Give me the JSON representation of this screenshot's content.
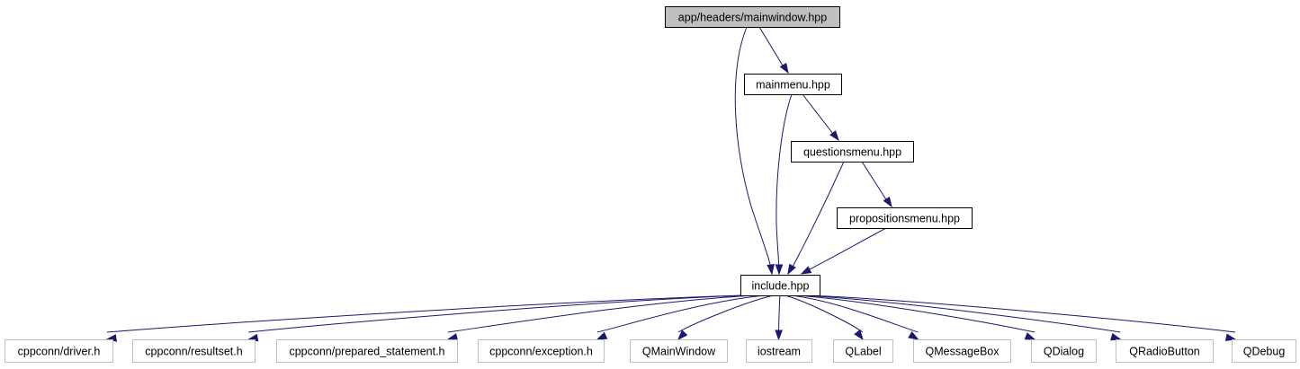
{
  "graph": {
    "root": "app/headers/mainwindow.hpp",
    "edge_color": "#191970",
    "root_fill": "#bfbfbf",
    "external_border": "#bfbfbf",
    "nodes": [
      {
        "id": "mainwindow",
        "label": "app/headers/mainwindow.hpp",
        "kind": "root"
      },
      {
        "id": "mainmenu",
        "label": "mainmenu.hpp",
        "kind": "internal"
      },
      {
        "id": "questionsmenu",
        "label": "questionsmenu.hpp",
        "kind": "internal"
      },
      {
        "id": "propositionsmenu",
        "label": "propositionsmenu.hpp",
        "kind": "internal"
      },
      {
        "id": "include",
        "label": "include.hpp",
        "kind": "internal"
      },
      {
        "id": "driver",
        "label": "cppconn/driver.h",
        "kind": "external"
      },
      {
        "id": "resultset",
        "label": "cppconn/resultset.h",
        "kind": "external"
      },
      {
        "id": "prepared_statement",
        "label": "cppconn/prepared_statement.h",
        "kind": "external"
      },
      {
        "id": "exception",
        "label": "cppconn/exception.h",
        "kind": "external"
      },
      {
        "id": "qmainwindow",
        "label": "QMainWindow",
        "kind": "external"
      },
      {
        "id": "iostream",
        "label": "iostream",
        "kind": "external"
      },
      {
        "id": "qlabel",
        "label": "QLabel",
        "kind": "external"
      },
      {
        "id": "qmessagebox",
        "label": "QMessageBox",
        "kind": "external"
      },
      {
        "id": "qdialog",
        "label": "QDialog",
        "kind": "external"
      },
      {
        "id": "qradiobutton",
        "label": "QRadioButton",
        "kind": "external"
      },
      {
        "id": "qdebug",
        "label": "QDebug",
        "kind": "external"
      }
    ],
    "edges": [
      {
        "from": "mainwindow",
        "to": "include"
      },
      {
        "from": "mainwindow",
        "to": "mainmenu"
      },
      {
        "from": "mainmenu",
        "to": "include"
      },
      {
        "from": "mainmenu",
        "to": "questionsmenu"
      },
      {
        "from": "questionsmenu",
        "to": "include"
      },
      {
        "from": "questionsmenu",
        "to": "propositionsmenu"
      },
      {
        "from": "propositionsmenu",
        "to": "include"
      },
      {
        "from": "include",
        "to": "driver"
      },
      {
        "from": "include",
        "to": "resultset"
      },
      {
        "from": "include",
        "to": "prepared_statement"
      },
      {
        "from": "include",
        "to": "exception"
      },
      {
        "from": "include",
        "to": "qmainwindow"
      },
      {
        "from": "include",
        "to": "iostream"
      },
      {
        "from": "include",
        "to": "qlabel"
      },
      {
        "from": "include",
        "to": "qmessagebox"
      },
      {
        "from": "include",
        "to": "qdialog"
      },
      {
        "from": "include",
        "to": "qradiobutton"
      },
      {
        "from": "include",
        "to": "qdebug"
      }
    ]
  }
}
